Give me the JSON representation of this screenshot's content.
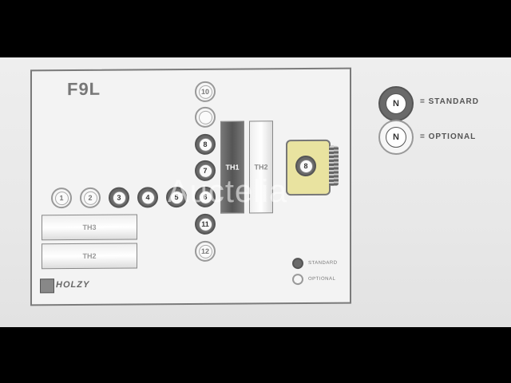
{
  "diagram": {
    "title": "F9L",
    "brand": "HOLZY",
    "watermark": "Auctelia",
    "card_legend": {
      "standard": "STANDARD",
      "optional": "OPTIONAL"
    },
    "legend": {
      "symbol": "N",
      "standard": "= STANDARD",
      "optional": "= OPTIONAL"
    },
    "rollers_row": [
      {
        "label": "1",
        "kind": "optional"
      },
      {
        "label": "2",
        "kind": "optional"
      },
      {
        "label": "3",
        "kind": "standard"
      },
      {
        "label": "4",
        "kind": "standard"
      },
      {
        "label": "5",
        "kind": "standard"
      },
      {
        "label": "6",
        "kind": "standard"
      }
    ],
    "rollers_column": [
      {
        "label": "10",
        "kind": "optional"
      },
      {
        "label": "",
        "kind": "optional"
      },
      {
        "label": "8",
        "kind": "standard"
      },
      {
        "label": "7",
        "kind": "standard"
      },
      {
        "label": "11",
        "kind": "standard"
      },
      {
        "label": "12",
        "kind": "optional"
      }
    ],
    "side_roller": {
      "label": "8",
      "kind": "standard"
    },
    "cylinders_vertical": [
      "TH1",
      "TH2"
    ],
    "cylinders_horizontal": [
      "TH3",
      "TH2"
    ]
  },
  "colors": {
    "standard_fill": "#6a6a6a",
    "optional_fill": "#f6f6f6",
    "yellow_block": "#e9e3a0"
  }
}
